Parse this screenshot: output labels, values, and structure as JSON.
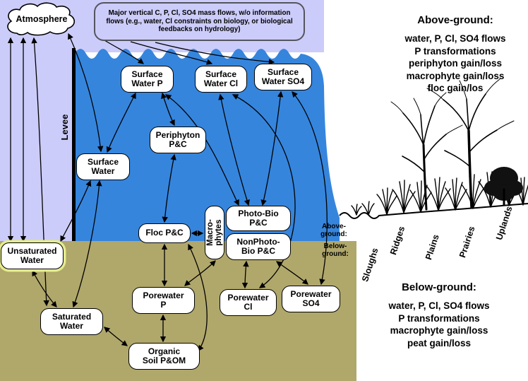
{
  "colors": {
    "lavender": "#ccccfa",
    "water": "#3585dd",
    "soil": "#b0a76b"
  },
  "annotation": {
    "text": "Major vertical C, P, Cl, SO4 mass flows, w/o information flows (e.g., water, Cl constraints on biology, or biological feedbacks on hydrology)"
  },
  "nodes": {
    "atmosphere": "Atmosphere",
    "surface_water_p": "Surface\nWater P",
    "surface_water_cl": "Surface\nWater Cl",
    "surface_water_so4": "Surface\nWater SO4",
    "periphyton": "Periphyton\nP&C",
    "surface_water": "Surface\nWater",
    "floc": "Floc P&C",
    "macrophytes": "Macro-\nphytes",
    "photo_bio": "Photo-Bio\nP&C",
    "nonphoto_bio": "NonPhoto-\nBio P&C",
    "unsaturated_water": "Unsaturated\nWater",
    "saturated_water": "Saturated\nWater",
    "porewater_p": "Porewater\nP",
    "porewater_cl": "Porewater\nCl",
    "porewater_so4": "Porewater\nSO4",
    "organic_soil": "Organic\nSoil P&OM"
  },
  "labels": {
    "levee": "Levee",
    "above_ground_marker": "Above-\nground:",
    "below_ground_marker": "Below-\nground:"
  },
  "landscape_labels": [
    "Sloughs",
    "Ridges",
    "Plains",
    "Prairies",
    "Uplands"
  ],
  "right_panel": {
    "above_heading": "Above-ground:",
    "above_lines": [
      "water, P, Cl, SO4 flows",
      "P transformations",
      "periphyton gain/loss",
      "macrophyte gain/loss",
      "floc gain/los"
    ],
    "below_heading": "Below-ground:",
    "below_lines": [
      "water, P, Cl, SO4 flows",
      "P transformations",
      "macrophyte gain/loss",
      "peat gain/loss"
    ]
  }
}
